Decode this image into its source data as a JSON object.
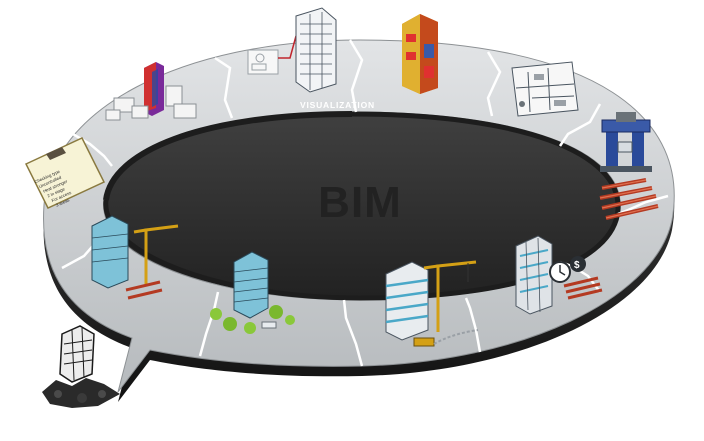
{
  "diagram": {
    "center_title": "BIM",
    "ring_label": "VISUALIZATION",
    "checklist_lines": [
      "Checking type",
      "Uncontrolled",
      "Heat stronger",
      "2 in stage",
      "For access",
      "3 areas"
    ],
    "icons": [
      "office-buildings-icon",
      "blueprint-skyscraper-icon",
      "colored-section-building-icon",
      "floor-plan-icon",
      "steel-press-machine-icon",
      "steel-beams-icon",
      "budget-clock-money-icon",
      "construction-crane-site-icon",
      "finished-building-park-icon",
      "crane-building-icon",
      "checklist-clipboard-icon",
      "demolition-rubble-icon"
    ]
  }
}
